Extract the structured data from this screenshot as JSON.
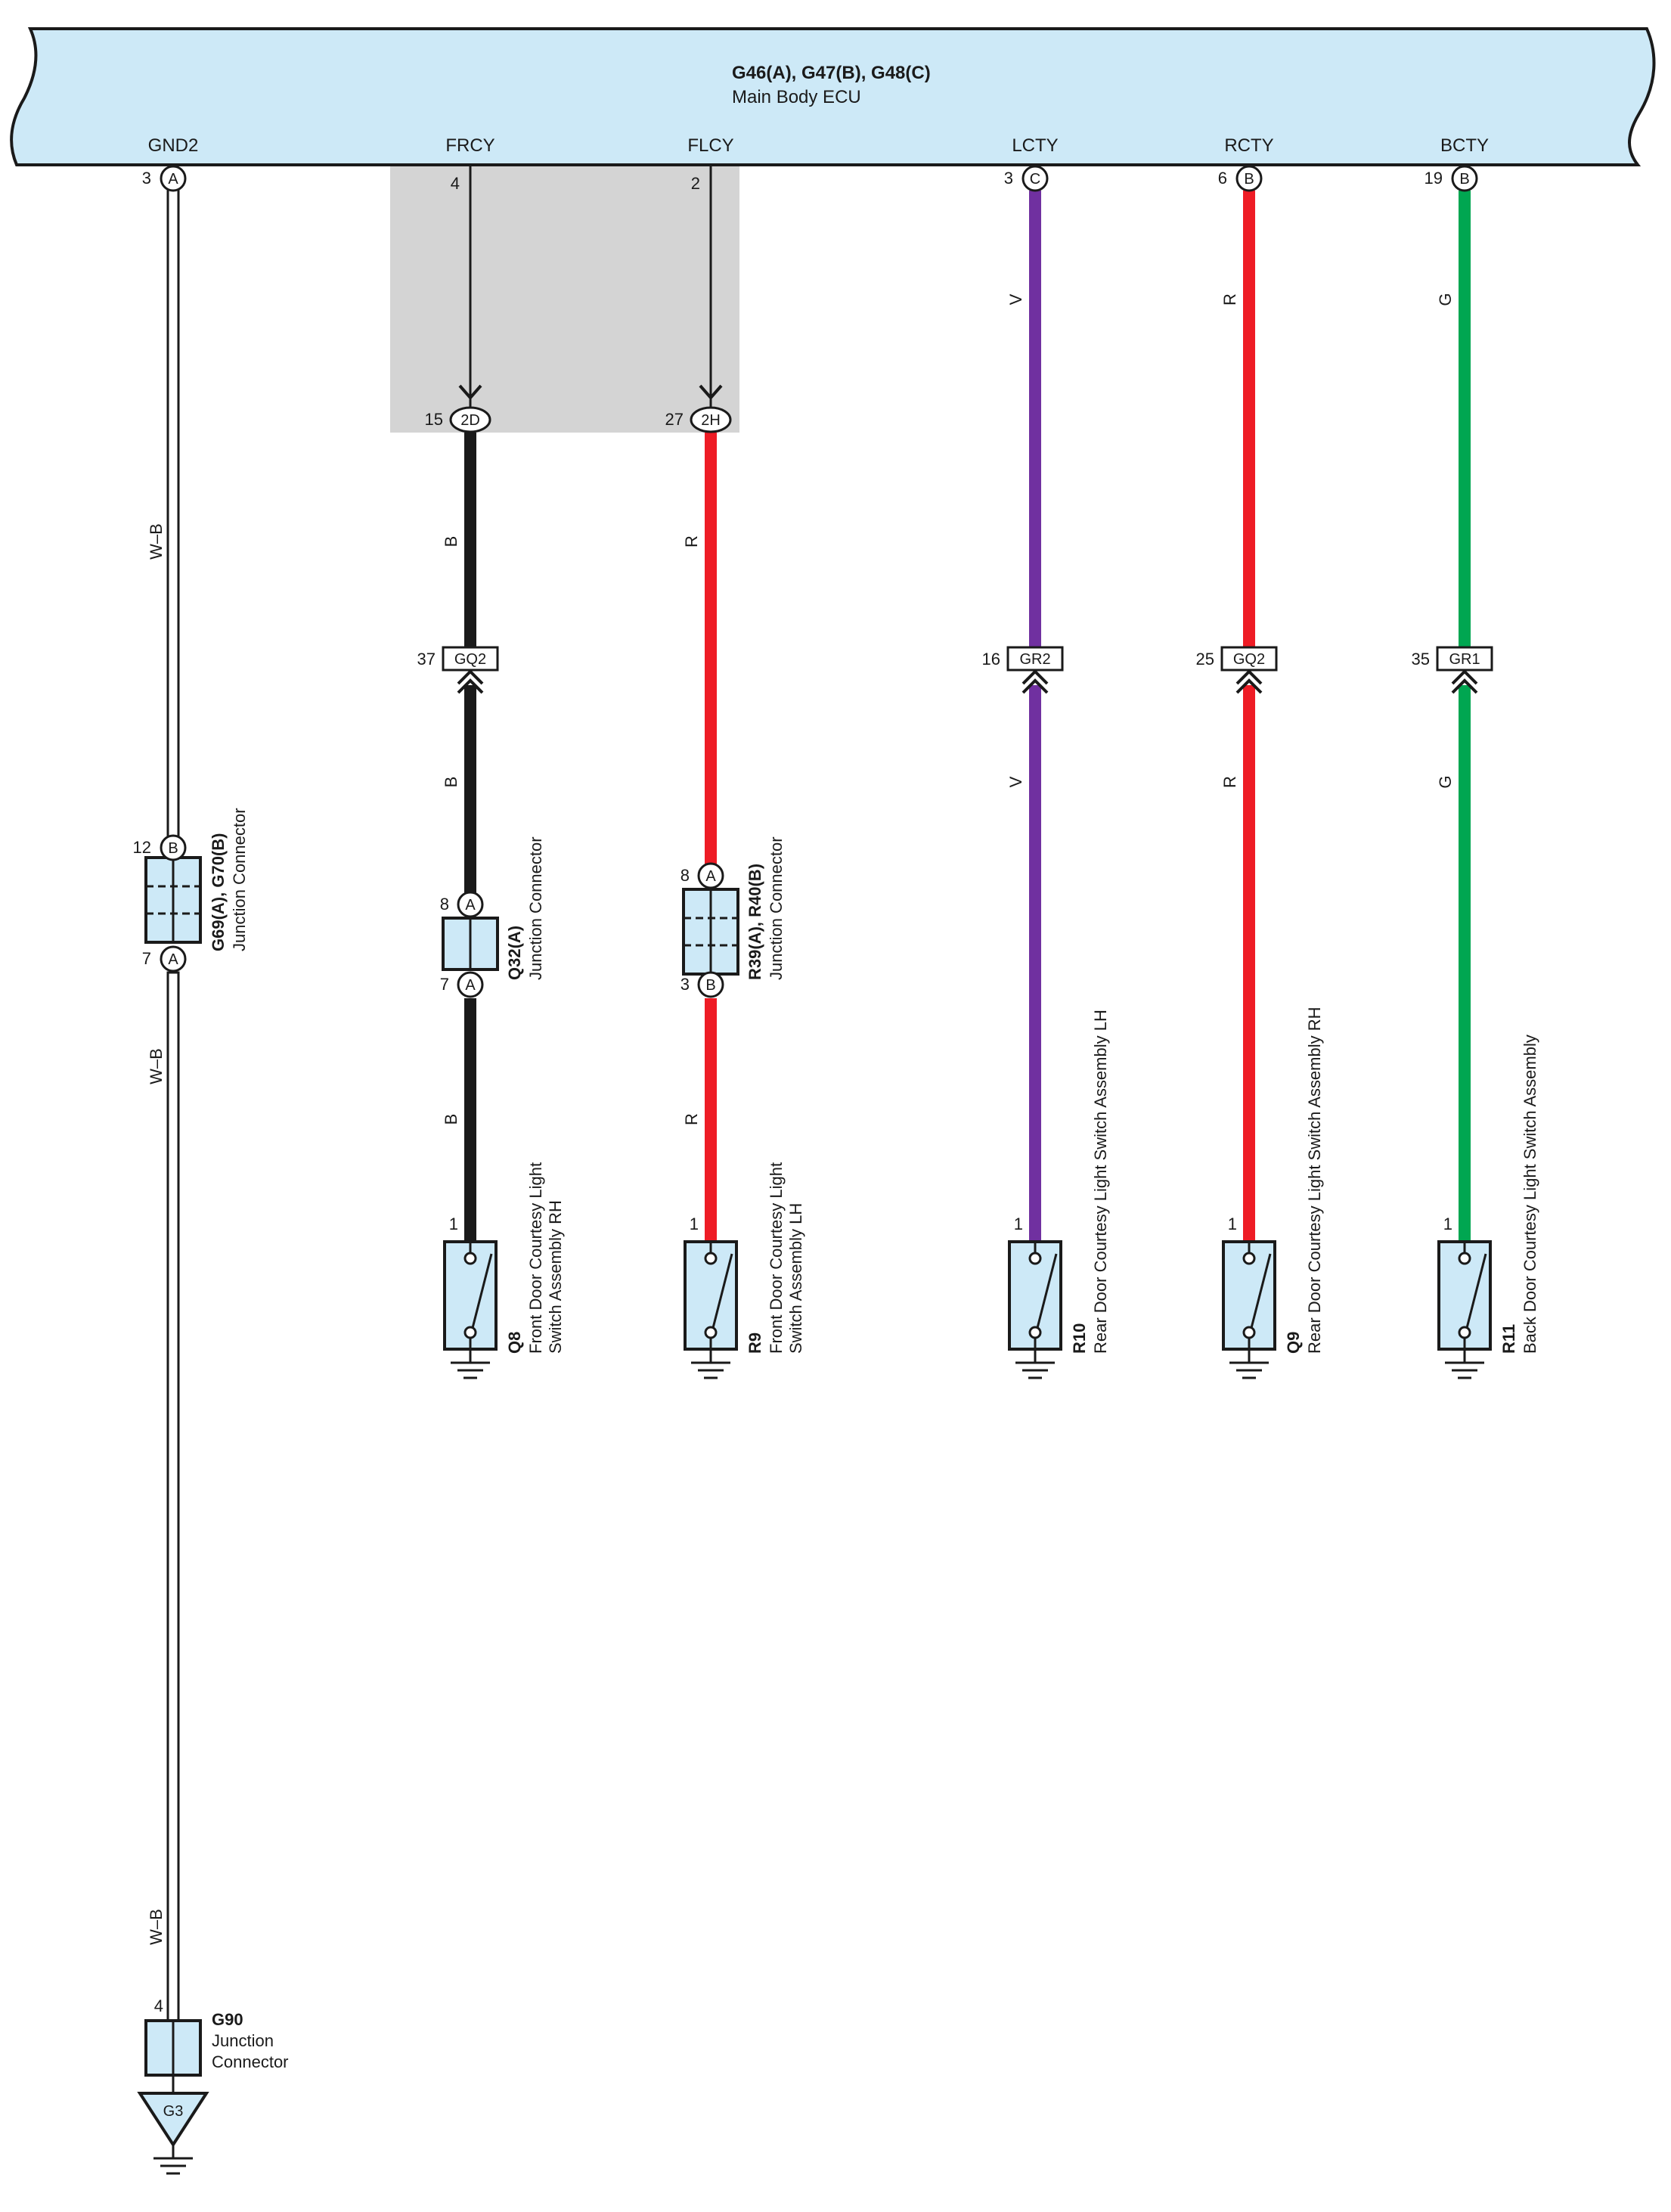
{
  "ecu": {
    "id": "G46(A), G47(B), G48(C)",
    "name": "Main Body ECU"
  },
  "circuits": {
    "gnd2": {
      "signal": "GND2",
      "pin": "3",
      "conn": "A",
      "wire": "W–B",
      "wire2": "W–B",
      "wire3": "W–B",
      "color": "#ffffff",
      "jc": {
        "pin_top": "12",
        "ltr_top": "B",
        "pin_bot": "7",
        "ltr_bot": "A",
        "id": "G69(A), G70(B)",
        "desc": "Junction Connector"
      },
      "g90": {
        "pin": "4",
        "id": "G90",
        "desc1": "Junction",
        "desc2": "Connector"
      },
      "ground": "G3"
    },
    "frcy": {
      "signal": "FRCY",
      "pin": "4",
      "joint_pin": "15",
      "joint": "2D",
      "wire": "B",
      "wire2": "B",
      "wire3": "B",
      "color": "#1a1a1a",
      "inline": {
        "pin": "37",
        "label": "GQ2"
      },
      "jc": {
        "pin_top": "8",
        "ltr_top": "A",
        "pin_bot": "7",
        "ltr_bot": "A",
        "id": "Q32(A)",
        "desc": "Junction Connector"
      },
      "switch": {
        "pin": "1",
        "id": "Q8",
        "desc1": "Front Door Courtesy Light",
        "desc2": "Switch Assembly RH"
      }
    },
    "flcy": {
      "signal": "FLCY",
      "pin": "2",
      "joint_pin": "27",
      "joint": "2H",
      "wire": "R",
      "wire2": "R",
      "wire3": "R",
      "color": "#ee1c25",
      "inline": {
        "pin": "",
        "label": ""
      },
      "jc": {
        "pin_top": "8",
        "ltr_top": "A",
        "pin_bot": "3",
        "ltr_bot": "B",
        "id": "R39(A), R40(B)",
        "desc": "Junction Connector"
      },
      "switch": {
        "pin": "1",
        "id": "R9",
        "desc1": "Front Door Courtesy Light",
        "desc2": "Switch Assembly LH"
      }
    },
    "lcty": {
      "signal": "LCTY",
      "pin": "3",
      "conn": "C",
      "wire": "V",
      "wire2": "V",
      "color": "#7030a0",
      "inline": {
        "pin": "16",
        "label": "GR2"
      },
      "switch": {
        "pin": "1",
        "id": "R10",
        "desc1": "Rear Door Courtesy Light Switch Assembly LH"
      }
    },
    "rcty": {
      "signal": "RCTY",
      "pin": "6",
      "conn": "B",
      "wire": "R",
      "wire2": "R",
      "color": "#ee1c25",
      "inline": {
        "pin": "25",
        "label": "GQ2"
      },
      "switch": {
        "pin": "1",
        "id": "Q9",
        "desc1": "Rear Door Courtesy Light Switch Assembly RH"
      }
    },
    "bcty": {
      "signal": "BCTY",
      "pin": "19",
      "conn": "B",
      "wire": "G",
      "wire2": "G",
      "color": "#00a651",
      "inline": {
        "pin": "35",
        "label": "GR1"
      },
      "switch": {
        "pin": "1",
        "id": "R11",
        "desc1": "Back Door Courtesy Light Switch Assembly"
      }
    }
  },
  "colors": {
    "ecu_fill": "#cde9f7",
    "shade": "#d4d4d4",
    "component_fill": "#cde9f7",
    "line": "#1a1a1a"
  }
}
